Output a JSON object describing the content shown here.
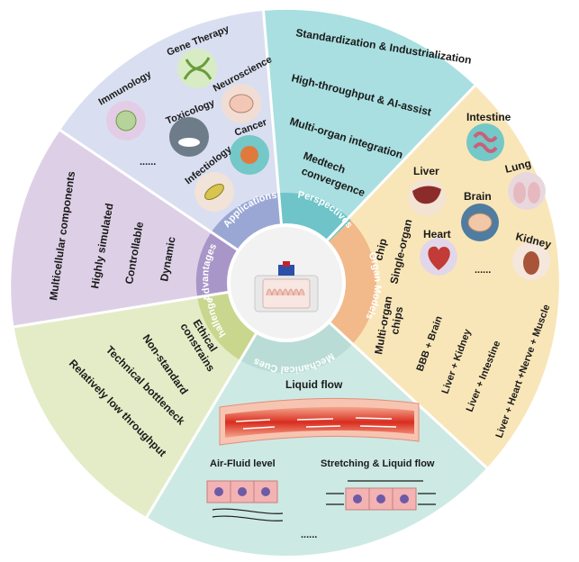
{
  "ring": {
    "applications": "Applications",
    "perspectives": "Perspectives",
    "organ_models": "Organ Models",
    "mechanical_cues": "Mechanical Cues",
    "challenges": "Challenges",
    "advantages": "Advantages"
  },
  "applications": {
    "gene_therapy": "Gene Therapy",
    "immunology": "Immunology",
    "neuroscience": "Neuroscience",
    "toxicology": "Toxicology",
    "cancer": "Cancer",
    "infectiology": "Infectiology",
    "more": "......"
  },
  "perspectives": [
    "Standardization & Industrialization",
    "High-throughput & AI-assist",
    "Multi-organ integration",
    "Medtech",
    "convergence"
  ],
  "organ_models": {
    "single_organ": "Single-organ",
    "single_organ_2": "chip",
    "intestine": "Intestine",
    "liver": "Liver",
    "lung": "Lung",
    "brain": "Brain",
    "heart": "Heart",
    "kidney": "Kidney",
    "more": "......",
    "multi_organ": "Multi-organ",
    "multi_organ_2": "chips",
    "combos": [
      "BBB + Brain",
      "Liver + Kidney",
      "Liver + Intestine",
      "Liver + Heart +Nerve + Muscle"
    ]
  },
  "mechanical": {
    "liquid_flow": "Liquid flow",
    "air_fluid": "Air-Fluid level",
    "stretching": "Stretching & Liquid flow",
    "more": "......"
  },
  "challenges": [
    "Ethical",
    "constrains",
    "Non-standard",
    "Technical bottleneck",
    "Relatively low throughput"
  ],
  "advantages": [
    "Multicellular components",
    "Highly simulated",
    "Controllable",
    "Dynamic"
  ],
  "colors": {
    "applications_bg": "#d9dff0",
    "perspectives_bg": "#a9dfe0",
    "organ_bg": "#f9e6b8",
    "mechanical_bg": "#cde9e4",
    "challenges_bg": "#e4ecc7",
    "advantages_bg": "#ddd0e6"
  }
}
